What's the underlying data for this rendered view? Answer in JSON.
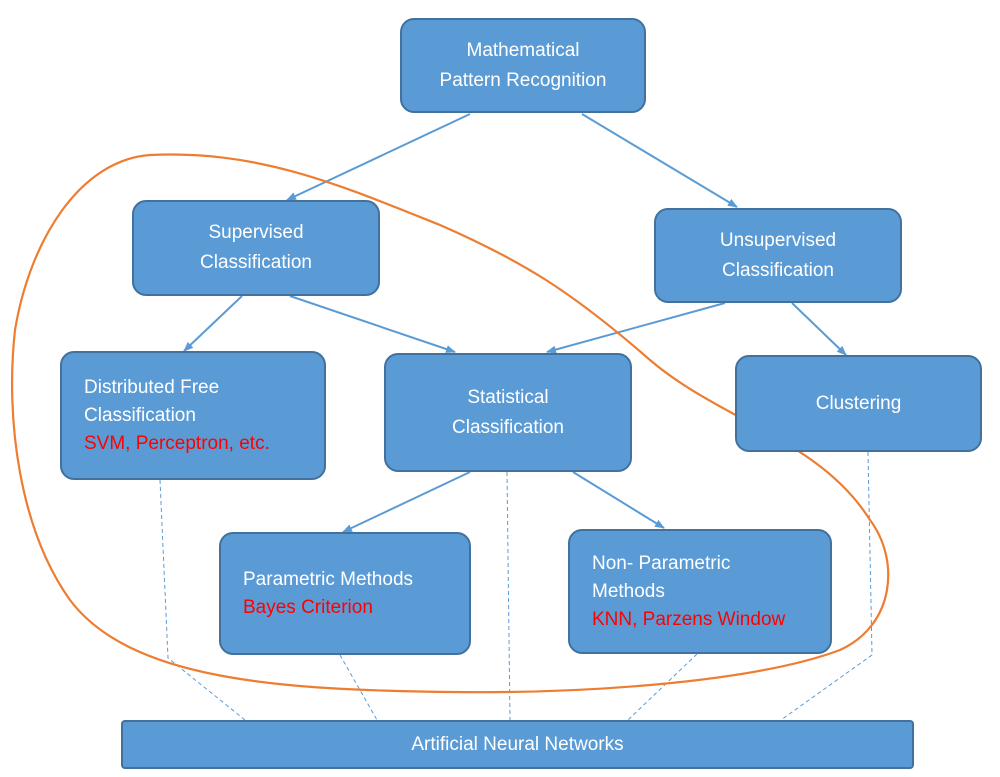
{
  "diagram": {
    "root": {
      "line1": "Mathematical",
      "line2": "Pattern Recognition"
    },
    "supervised": {
      "line1": "Supervised",
      "line2": "Classification"
    },
    "unsupervised": {
      "line1": "Unsupervised",
      "line2": "Classification"
    },
    "distributed_free": {
      "line1": "Distributed Free",
      "line2": "Classification",
      "examples": "SVM, Perceptron, etc."
    },
    "statistical": {
      "line1": "Statistical",
      "line2": "Classification"
    },
    "clustering": {
      "label": "Clustering"
    },
    "parametric": {
      "line1": "Parametric Methods",
      "examples": "Bayes Criterion"
    },
    "non_parametric": {
      "line1": "Non- Parametric",
      "line2": "Methods",
      "examples": "KNN, Parzens Window"
    },
    "ann": {
      "label": "Artificial Neural Networks"
    }
  },
  "colors": {
    "node_fill": "#5b9bd5",
    "node_border": "#41719c",
    "node_text": "#ffffff",
    "example_text": "#ff0000",
    "arrow": "#5b9bd5",
    "highlight_loop": "#ed7d31"
  }
}
